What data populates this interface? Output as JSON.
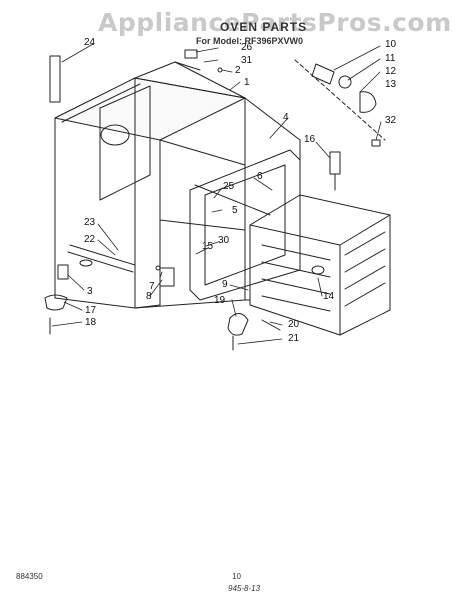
{
  "watermark": "AppliancePartsPros.com",
  "title": "OVEN PARTS",
  "model_label": "For Model: RF396PXVW0",
  "callouts": {
    "c24": "24",
    "c26": "26",
    "c31": "31",
    "c2": "2",
    "c1": "1",
    "c10": "10",
    "c11": "11",
    "c12": "12",
    "c13": "13",
    "c4": "4",
    "c32": "32",
    "c16": "16",
    "c6": "6",
    "c25": "25",
    "c5": "5",
    "c23": "23",
    "c22": "22",
    "c15": "15",
    "c30": "30",
    "c9": "9",
    "c14": "14",
    "c3": "3",
    "c7": "7",
    "c8": "8",
    "c17": "17",
    "c18": "18",
    "c19": "19",
    "c20": "20",
    "c21": "21"
  },
  "footer": {
    "code": "884350",
    "page": "10",
    "handwritten": "945-8-13"
  }
}
